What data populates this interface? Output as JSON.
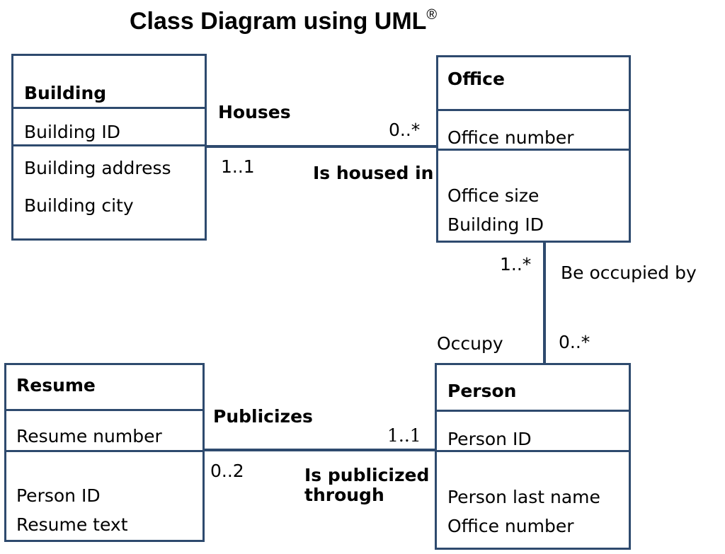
{
  "title": "Class Diagram using UML",
  "title_mark": "®",
  "classes": {
    "building": {
      "name": "Building",
      "attr1": "Building ID",
      "attr2": "Building address",
      "attr3": "Building city"
    },
    "office": {
      "name": "Office",
      "attr1": "Office number",
      "attr2": "Office size",
      "attr3": "Building ID"
    },
    "resume": {
      "name": "Resume",
      "attr1": "Resume number",
      "attr2": "Person ID",
      "attr3": "Resume text"
    },
    "person": {
      "name": "Person",
      "attr1": "Person ID",
      "attr2": "Person last name",
      "attr3": "Office number"
    }
  },
  "relations": {
    "building_office": {
      "label_a": "Houses",
      "label_b": "Is housed in",
      "mult_building": "1..1",
      "mult_office": "0..*"
    },
    "office_person": {
      "label_a": "Be occupied by",
      "label_b": "Occupy",
      "mult_office": "1..*",
      "mult_person": "0..*"
    },
    "resume_person": {
      "label_a": "Publicizes",
      "label_b_line1": "Is publicized",
      "label_b_line2": "through",
      "mult_resume": "0..2",
      "mult_person": "1..1"
    }
  }
}
